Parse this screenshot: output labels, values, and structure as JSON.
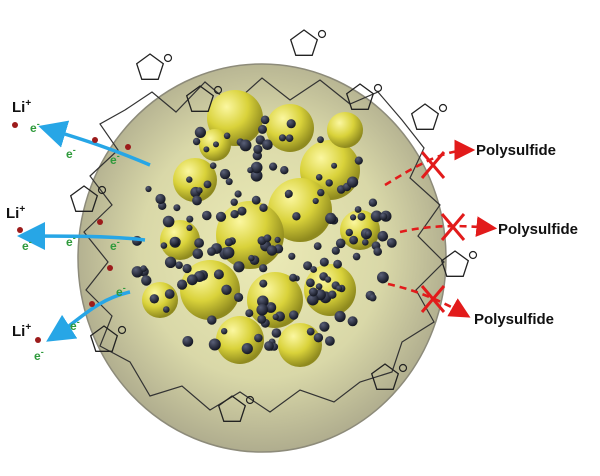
{
  "labels": {
    "li_ion": "Li",
    "li_charge": "+",
    "electron": "e",
    "electron_charge": "-",
    "polysulfide": "Polysulfide"
  },
  "colors": {
    "li_path": "#27a6e6",
    "blocked_path": "#e21b1b",
    "electron_text": "#2e9a3b",
    "sulfur": "#d9d23a",
    "carbon": "#23273a",
    "shell": "#a9a68a"
  },
  "icons": [
    "li-ion-arrow",
    "blocked-cross-icon",
    "pvp-ring-icon",
    "sulfur-sphere",
    "carbon-particle"
  ]
}
